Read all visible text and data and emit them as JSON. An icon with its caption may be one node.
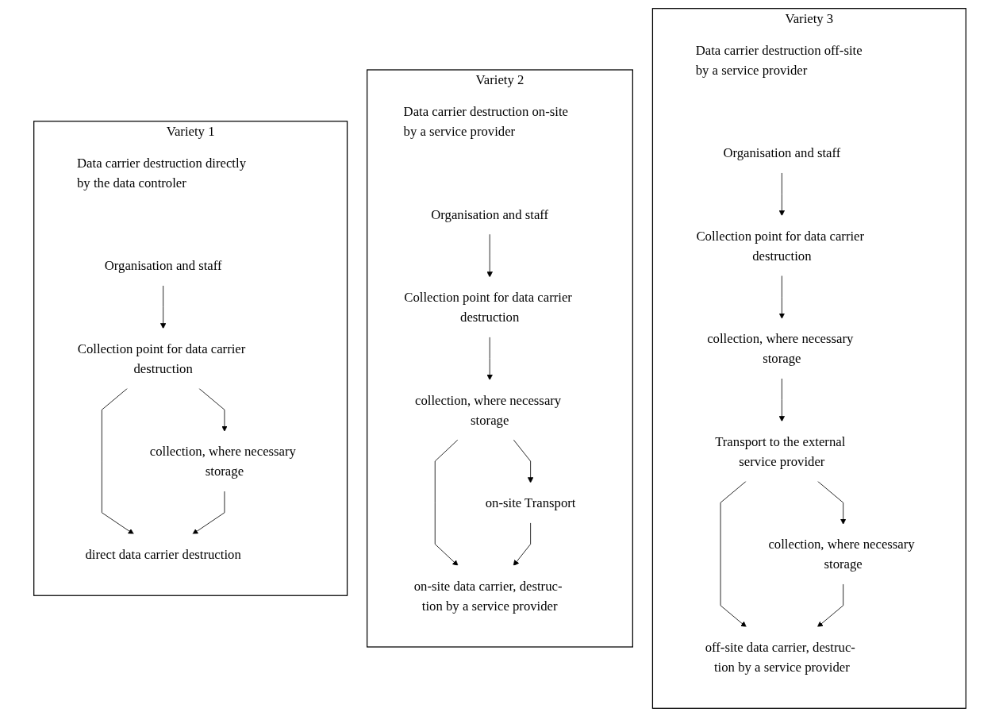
{
  "diagram": {
    "nodes": [
      {
        "text": [
          "Variety 1",
          "Data carrier destruction directly by the data controler"
        ]
      },
      {
        "text": [
          "Organisation and staff"
        ],
        "in": 0
      },
      {
        "text": [
          "Collection point for data carrier destruction"
        ],
        "in": 0
      },
      {
        "text": [
          "collection, where necessary storage"
        ],
        "in": 0
      },
      {
        "text": [
          "direct data carrier destruction"
        ],
        "in": 0
      },
      {
        "text": [
          "Variety 2",
          "Data carrier destruction on-site by a service provider"
        ]
      },
      {
        "text": [
          "Organisation and staff"
        ],
        "in": 5
      },
      {
        "text": [
          "Collection point for data carrier destruction"
        ],
        "in": 5
      },
      {
        "text": [
          "collection, where necessary storage"
        ],
        "in": 5
      },
      {
        "text": [
          "on-site Transport"
        ],
        "in": 5
      },
      {
        "text": [
          "on-site data carrier, destruc- tion by a service provider"
        ],
        "in": 5
      },
      {
        "text": [
          "Variety 3",
          "Data carrier destruction off-site by a service provider"
        ]
      },
      {
        "text": [
          "Organisation and staff"
        ],
        "in": 11
      },
      {
        "text": [
          "Collection point for data carrier destruction"
        ],
        "in": 11
      },
      {
        "text": [
          "collection, where necessary storage"
        ],
        "in": 11
      },
      {
        "text": [
          "Transport to the external service provider"
        ],
        "in": 11
      },
      {
        "text": [
          "collection, where necessary storage"
        ],
        "in": 11
      },
      {
        "text": [
          "off-site data carrier, destruc- tion by a service provider"
        ],
        "in": 11
      }
    ],
    "edges": [
      {
        "from": 1,
        "to": 2,
        "arrow": "to"
      },
      {
        "from": 2,
        "to": 4,
        "arrow": "to"
      },
      {
        "from": 2,
        "to": 3,
        "arrow": "to"
      },
      {
        "from": 3,
        "to": 4,
        "arrow": "to"
      },
      {
        "from": 6,
        "to": 7,
        "arrow": "to"
      },
      {
        "from": 7,
        "to": 8,
        "arrow": "to"
      },
      {
        "from": 8,
        "to": 10,
        "arrow": "to"
      },
      {
        "from": 8,
        "to": 9,
        "arrow": "to"
      },
      {
        "from": 9,
        "to": 10,
        "arrow": "to"
      },
      {
        "from": 12,
        "to": 13,
        "arrow": "to"
      },
      {
        "from": 13,
        "to": 14,
        "arrow": "to"
      },
      {
        "from": 14,
        "to": 15,
        "arrow": "to"
      },
      {
        "from": 15,
        "to": 17,
        "arrow": "to"
      },
      {
        "from": 15,
        "to": 16,
        "arrow": "to"
      },
      {
        "from": 16,
        "to": 17,
        "arrow": "to"
      }
    ]
  }
}
